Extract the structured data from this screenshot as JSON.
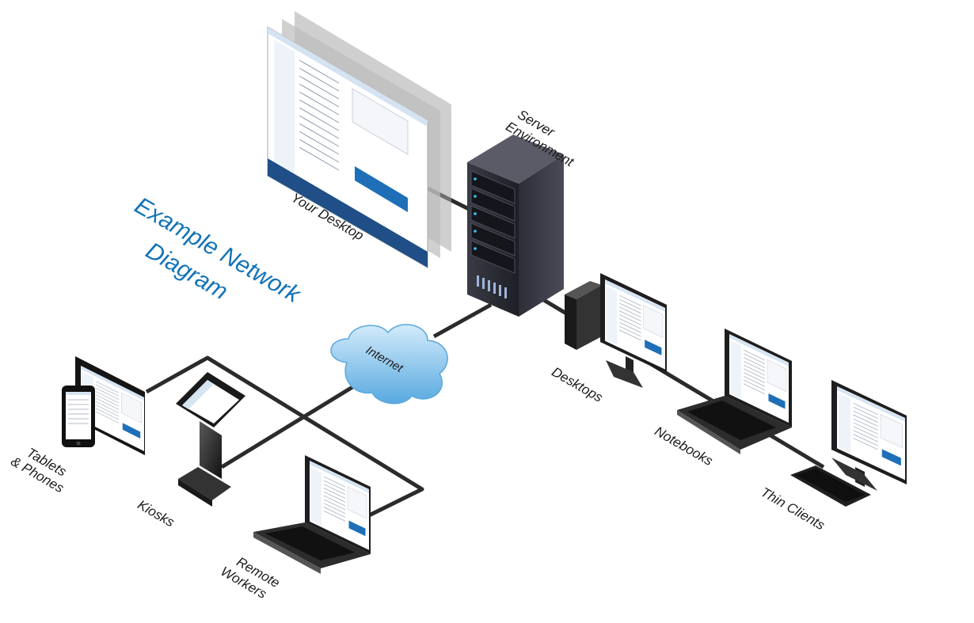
{
  "title": {
    "line1": "Example Network",
    "line2": "Diagram"
  },
  "nodes": {
    "desktop": "Your Desktop",
    "server_line1": "Server",
    "server_line2": "Environment",
    "internet": "Internet",
    "desktops": "Desktops",
    "notebooks": "Notebooks",
    "thin_clients": "Thin Clients",
    "tablets_line1": "Tablets",
    "tablets_line2": "& Phones",
    "kiosks": "Kiosks",
    "remote_line1": "Remote",
    "remote_line2": "Workers"
  },
  "colors": {
    "title": "#1273b7",
    "link": "#2b2b2b",
    "cloud": "#7fc0ea",
    "screen": "#ffffff"
  }
}
